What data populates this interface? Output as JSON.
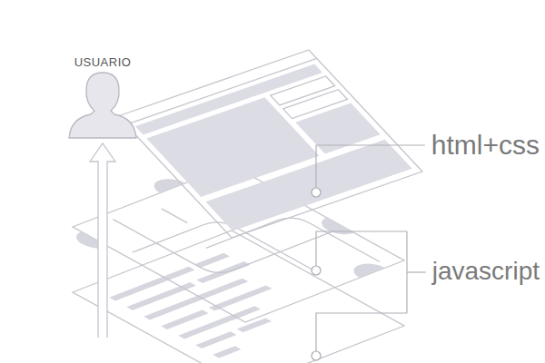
{
  "diagram": {
    "labels": [
      "USUARIO",
      "html+css",
      "javascript"
    ]
  }
}
